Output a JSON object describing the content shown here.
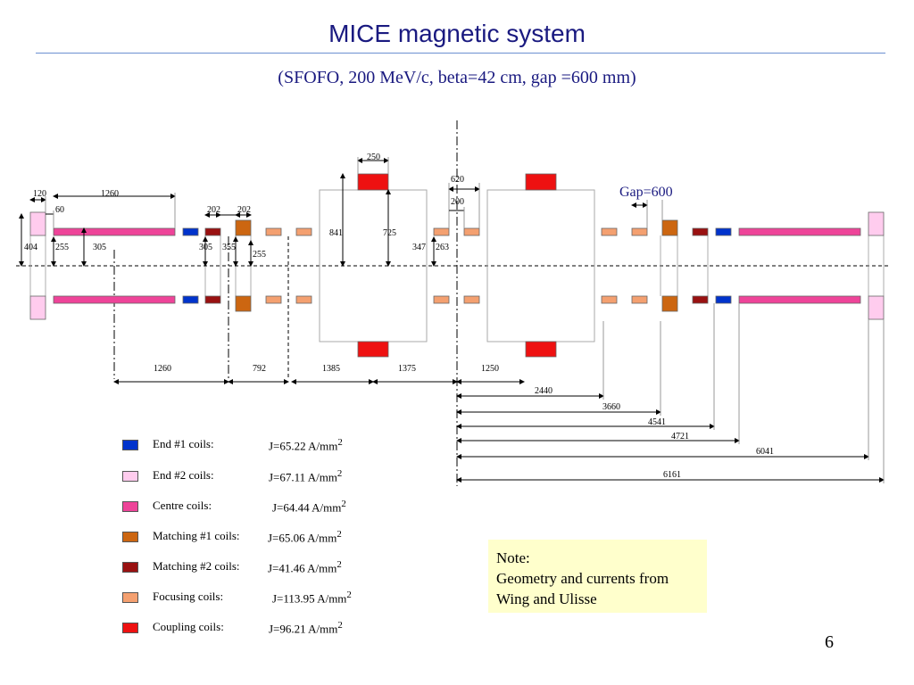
{
  "title": "MICE magnetic system",
  "subtitle": "(SFOFO, 200 MeV/c, beta=42 cm, gap =600 mm)",
  "colors": {
    "end1": "#0033cc",
    "end2": "#ffccee",
    "centre": "#ee4499",
    "match1": "#cc6611",
    "match2": "#991111",
    "focus": "#f4a070",
    "coupling": "#ee1111",
    "title": "#1a1a80",
    "note_bg": "#ffffcc"
  },
  "gap_label": "Gap=600",
  "dimensions": {
    "top": [
      "120",
      "1260",
      "60",
      "250",
      "620",
      "200",
      "202",
      "202"
    ],
    "radial": [
      "404",
      "255",
      "305",
      "305",
      "355",
      "255",
      "841",
      "725",
      "347",
      "263"
    ],
    "bottom": [
      "1260",
      "792",
      "1385",
      "1375",
      "1250"
    ],
    "cumulative": [
      "2440",
      "3660",
      "4541",
      "4721",
      "6041",
      "6161"
    ]
  },
  "legend": [
    {
      "name": "End #1 coils:",
      "current": "J=65.22 A/mm",
      "sup": "2",
      "color": "#0033cc"
    },
    {
      "name": "End #2 coils:",
      "current": "J=67.11 A/mm",
      "sup": "2",
      "color": "#ffccee"
    },
    {
      "name": "Centre coils:",
      "current": "J=64.44 A/mm",
      "sup": "2",
      "color": "#ee4499"
    },
    {
      "name": "Matching #1 coils:",
      "current": "J=65.06 A/mm",
      "sup": "2",
      "color": "#cc6611"
    },
    {
      "name": "Matching #2 coils:",
      "current": "J=41.46 A/mm",
      "sup": "2",
      "color": "#991111"
    },
    {
      "name": "Focusing coils:",
      "current": "J=113.95 A/mm",
      "sup": "2",
      "color": "#f4a070"
    },
    {
      "name": "Coupling coils:",
      "current": "J=96.21 A/mm",
      "sup": "2",
      "color": "#ee1111"
    }
  ],
  "note": {
    "line1": "Note:",
    "line2": "Geometry and currents from",
    "line3": "Wing and Ulisse"
  },
  "page_number": "6"
}
